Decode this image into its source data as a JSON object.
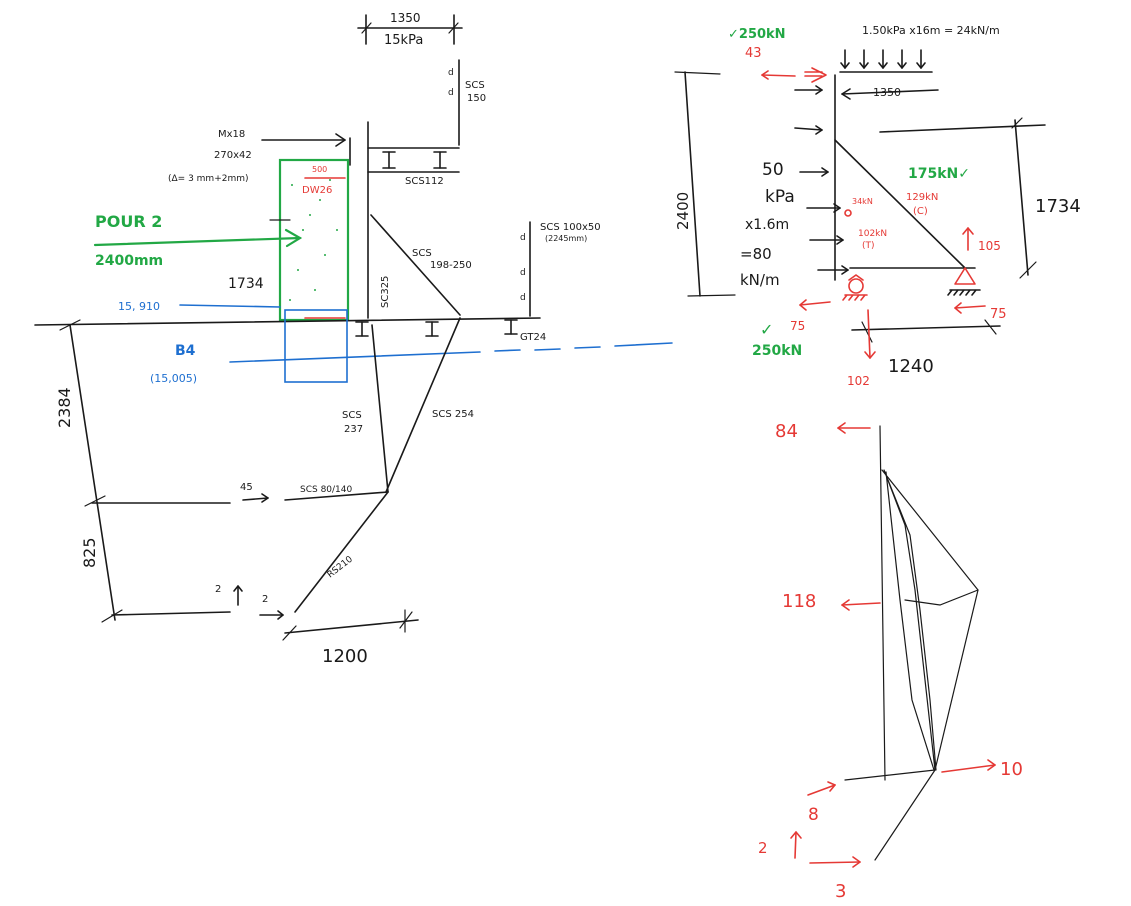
{
  "section_sketch": {
    "top_dim": "1350",
    "top_load": "15kPa",
    "scs_top": "SCS",
    "scs_top_size": "150",
    "mx_label": "Mx18",
    "mx_size": "270x42",
    "gap_note": "(Δ= 3 mm+2mm)",
    "red_top_1": "500",
    "red_top_2": "DW26",
    "scs112": "SCS112",
    "pour_label": "POUR 2",
    "pour_dim": "2400mm",
    "scs_100x50": "SCS 100x50",
    "scs_100x50_len": "(2245mm)",
    "scs_198": "SCS",
    "scs_198_size": "198-250",
    "wall_dim": "1734",
    "level_top": "15, 910",
    "sc325": "SC325",
    "gt24": "GT24",
    "b4_label": "B4",
    "b4_level": "(15,005)",
    "scs237": "SCS",
    "scs237_size": "237",
    "scs254": "SCS 254",
    "left_dim_upper": "2384",
    "left_dim_lower": "825",
    "load_45": "45",
    "scs_80": "SCS 80/140",
    "rs210": "RS210",
    "small_2a": "2",
    "small_2b": "2",
    "base_dim": "1200"
  },
  "frame_sketch": {
    "check_top": "✓250kN",
    "red_43": "43",
    "udl_text": "1.50kPa x16m = 24kN/m",
    "dim_1350": "1350",
    "pressure_1": "50",
    "pressure_2": "kPa",
    "pressure_3": "x1.6m",
    "pressure_4": "=80",
    "pressure_5": "kN/m",
    "height_dim": "2400",
    "right_dim": "1734",
    "green_175": "175kN✓",
    "red_129": "129kN",
    "red_c": "(C)",
    "red_34": "34kN",
    "red_102": "102kN",
    "red_t": "(T)",
    "red_105": "105",
    "red_75_left": "75",
    "red_75_right": "75",
    "check_bottom": "✓",
    "green_250": "250kN",
    "base_dim": "1240",
    "red_102_bottom": "102"
  },
  "force_sketch": {
    "f84": "84",
    "f118": "118",
    "f10": "10",
    "f8": "8",
    "f2": "2",
    "f3": "3"
  }
}
